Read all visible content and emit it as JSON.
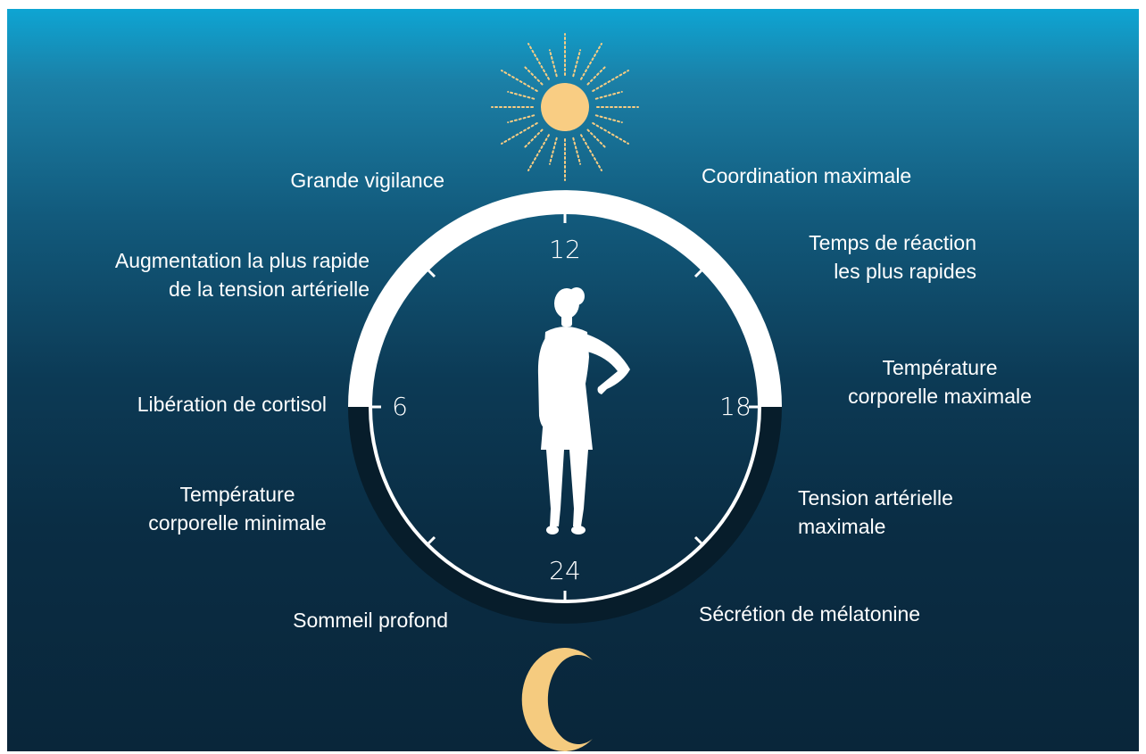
{
  "clock_numbers": {
    "top": "12",
    "left": "6",
    "right": "18",
    "bottom": "24"
  },
  "labels": {
    "grande_vigilance": "Grande vigilance",
    "coordination": "Coordination maximale",
    "reaction": [
      "Temps de réaction",
      "les plus rapides"
    ],
    "tension_augmentation": [
      "Augmentation la plus rapide",
      "de la tension artérielle"
    ],
    "temp_max": [
      "Température",
      "corporelle maximale"
    ],
    "cortisol": "Libération de cortisol",
    "temp_min": [
      "Température",
      "corporelle minimale"
    ],
    "tension_max": [
      "Tension artérielle",
      "maximale"
    ],
    "sommeil": "Sommeil profond",
    "melatonine": "Sécrétion de mélatonine"
  },
  "colors": {
    "day_arc": "#ffffff",
    "night_arc": "#071d2b",
    "inner_circle": "#ffffff",
    "sun": "#f9cd83",
    "moon": "#f5cb7f",
    "silhouette": "#ffffff"
  },
  "icons": [
    "sun-icon",
    "moon-icon",
    "woman-silhouette-icon"
  ]
}
